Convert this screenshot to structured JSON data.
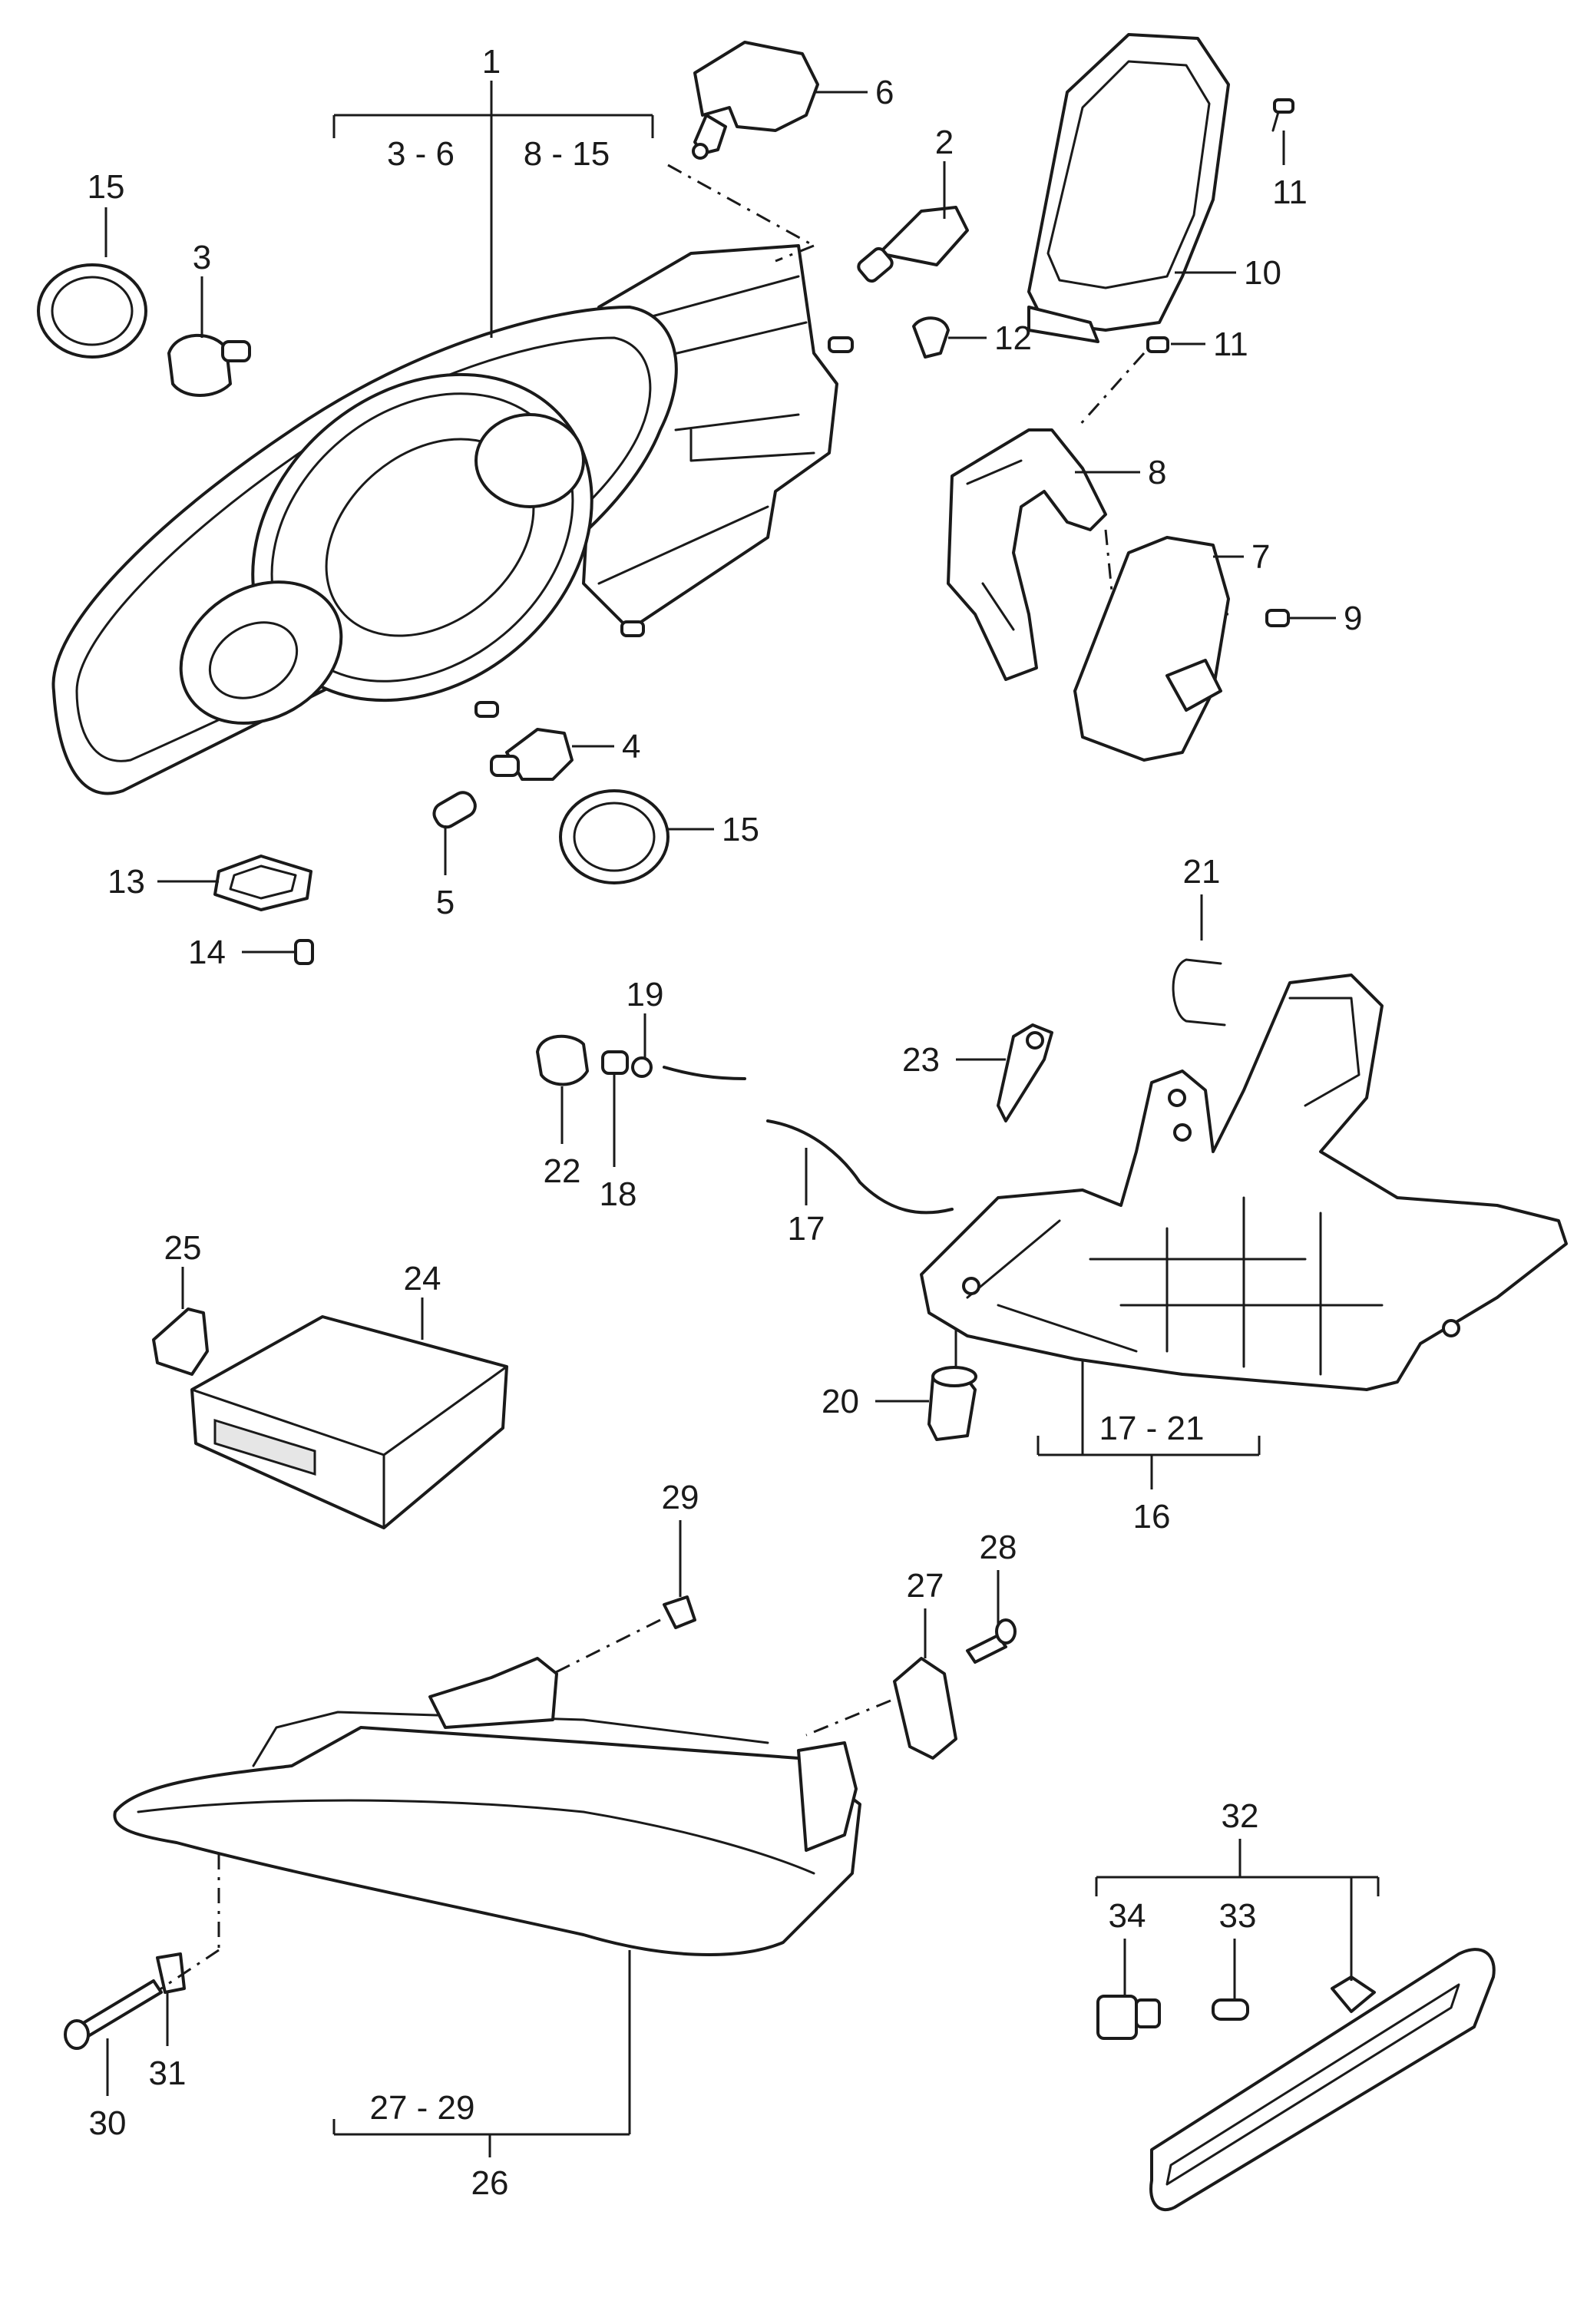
{
  "callouts": {
    "c1": "1",
    "c1_range_a": "3 - 6",
    "c1_range_b": "8 - 15",
    "c2": "2",
    "c3": "3",
    "c4": "4",
    "c5": "5",
    "c6": "6",
    "c7": "7",
    "c8": "8",
    "c9": "9",
    "c10": "10",
    "c11a": "11",
    "c11b": "11",
    "c12": "12",
    "c13": "13",
    "c14": "14",
    "c15a": "15",
    "c15b": "15",
    "c16": "16",
    "c16_range": "17 - 21",
    "c17": "17",
    "c18": "18",
    "c19": "19",
    "c20": "20",
    "c21": "21",
    "c22": "22",
    "c23": "23",
    "c24": "24",
    "c25": "25",
    "c26": "26",
    "c26_range": "27 - 29",
    "c27": "27",
    "c28": "28",
    "c29": "29",
    "c30": "30",
    "c31": "31",
    "c32": "32",
    "c33": "33",
    "c34": "34"
  },
  "icons": {
    "headlight": "headlight-assembly-icon",
    "bulb": "bulb-icon",
    "screw": "screw-icon",
    "bracket": "bracket-icon",
    "control_unit": "control-unit-icon",
    "fog_light": "fog-light-icon",
    "side_marker": "side-marker-icon"
  }
}
